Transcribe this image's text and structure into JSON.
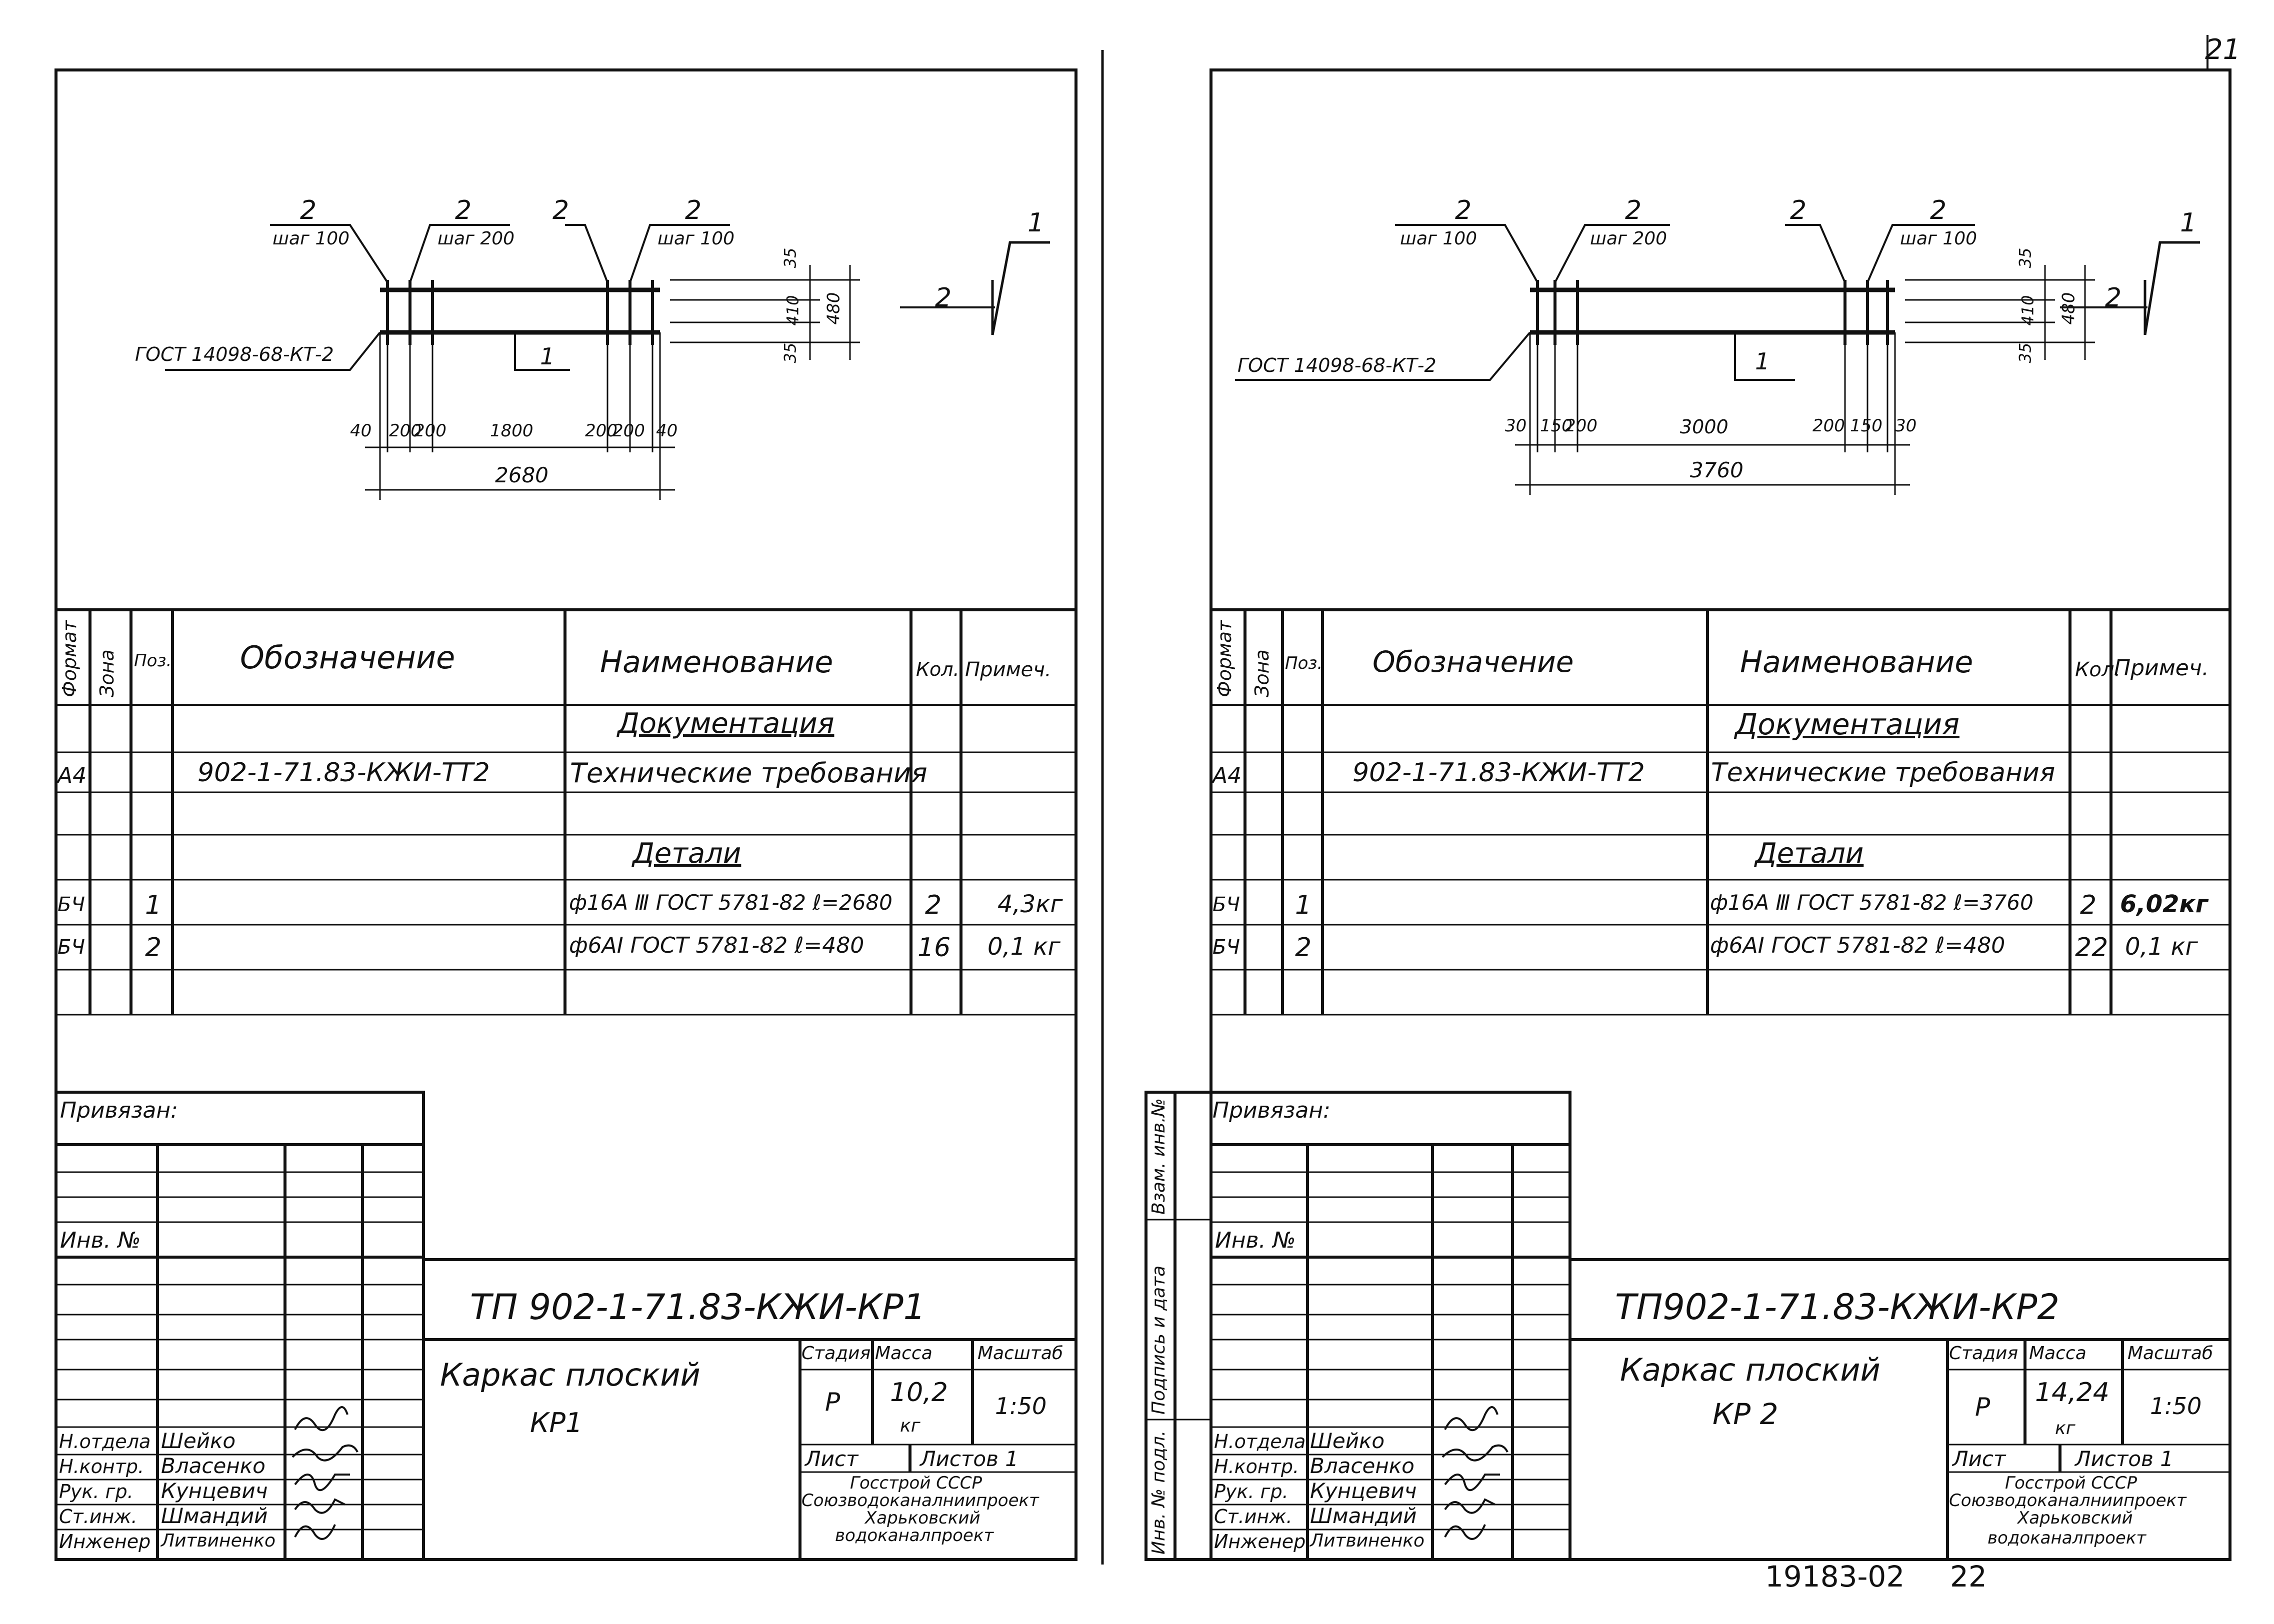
{
  "page_number": "21",
  "archive_number": "19183-02",
  "archive_sheet": "22",
  "sheets": [
    {
      "id": "kr1",
      "drawing": {
        "callouts": [
          {
            "pos": "2",
            "step": "шаг 100"
          },
          {
            "pos": "2",
            "step": "шаг 200"
          },
          {
            "pos": "2",
            "step": ""
          },
          {
            "pos": "2",
            "step": "шаг 100"
          }
        ],
        "gost_label": "ГОСТ 14098-68-КТ-2",
        "rod_label": "1",
        "dims_bottom": [
          "40",
          "200",
          "200",
          "1800",
          "200",
          "200",
          "40"
        ],
        "dim_total": "2680",
        "dims_right": [
          "35",
          "410",
          "35",
          "480"
        ],
        "detail_labels": [
          "1",
          "2"
        ]
      },
      "spec": {
        "headers": {
          "format": "Формат",
          "zone": "Зона",
          "pos": "Поз.",
          "designation": "Обозначение",
          "name": "Наименование",
          "qty": "Кол.",
          "note": "Примеч."
        },
        "rows": [
          {
            "format": "",
            "pos": "",
            "designation": "",
            "name": "Документация",
            "qty": "",
            "note": ""
          },
          {
            "format": "А4",
            "pos": "",
            "designation": "902-1-71.83-КЖИ-ТТ2",
            "name": "Технические требования",
            "qty": "",
            "note": ""
          },
          {
            "format": "",
            "pos": "",
            "designation": "",
            "name": "",
            "qty": "",
            "note": ""
          },
          {
            "format": "",
            "pos": "",
            "designation": "",
            "name": "Детали",
            "qty": "",
            "note": ""
          },
          {
            "format": "БЧ",
            "pos": "1",
            "designation": "",
            "name": "ф16А Ⅲ ГОСТ 5781-82 ℓ=2680",
            "qty": "2",
            "note": "4,3кг"
          },
          {
            "format": "БЧ",
            "pos": "2",
            "designation": "",
            "name": "ф6АI ГОСТ 5781-82 ℓ=480",
            "qty": "16",
            "note": "0,1 кг"
          },
          {
            "format": "",
            "pos": "",
            "designation": "",
            "name": "",
            "qty": "",
            "note": ""
          }
        ]
      },
      "stamp": {
        "linked_label": "Привязан:",
        "inv_label": "Инв. №",
        "code": "ТП 902-1-71.83-КЖИ-КР1",
        "title_line1": "Каркас плоский",
        "title_line2": "КР1",
        "stage_label": "Стадия",
        "mass_label": "Масса",
        "scale_label": "Масштаб",
        "stage": "Р",
        "mass": "10,2",
        "mass_unit": "кг",
        "scale": "1:50",
        "sheet_label": "Лист",
        "sheets_label": "Листов 1",
        "org_lines": [
          "Госстрой СССР",
          "Союзводоканалниипроект",
          "Харьковский",
          "водоканалпроект"
        ],
        "roles": [
          {
            "role": "Н.отдела",
            "name": "Шейко"
          },
          {
            "role": "Н.контр.",
            "name": "Власенко"
          },
          {
            "role": "Рук. гр.",
            "name": "Кунцевич"
          },
          {
            "role": "Ст.инж.",
            "name": "Шмандий"
          },
          {
            "role": "Инженер",
            "name": "Литвиненко"
          }
        ]
      }
    },
    {
      "id": "kr2",
      "drawing": {
        "callouts": [
          {
            "pos": "2",
            "step": "шаг 100"
          },
          {
            "pos": "2",
            "step": "шаг 200"
          },
          {
            "pos": "2",
            "step": ""
          },
          {
            "pos": "2",
            "step": "шаг 100"
          }
        ],
        "gost_label": "ГОСТ 14098-68-КТ-2",
        "rod_label": "1",
        "dims_bottom": [
          "30",
          "150",
          "200",
          "3000",
          "200",
          "150",
          "30"
        ],
        "dim_total": "3760",
        "dims_right": [
          "35",
          "410",
          "35",
          "480"
        ],
        "detail_labels": [
          "1",
          "2"
        ]
      },
      "spec": {
        "headers": {
          "format": "Формат",
          "zone": "Зона",
          "pos": "Поз.",
          "designation": "Обозначение",
          "name": "Наименование",
          "qty": "Кол.",
          "note": "Примеч."
        },
        "rows": [
          {
            "format": "",
            "pos": "",
            "designation": "",
            "name": "Документация",
            "qty": "",
            "note": ""
          },
          {
            "format": "А4",
            "pos": "",
            "designation": "902-1-71.83-КЖИ-ТТ2",
            "name": "Технические требования",
            "qty": "",
            "note": ""
          },
          {
            "format": "",
            "pos": "",
            "designation": "",
            "name": "",
            "qty": "",
            "note": ""
          },
          {
            "format": "",
            "pos": "",
            "designation": "",
            "name": "Детали",
            "qty": "",
            "note": ""
          },
          {
            "format": "БЧ",
            "pos": "1",
            "designation": "",
            "name": "ф16А Ⅲ ГОСТ 5781-82 ℓ=3760",
            "qty": "2",
            "note": "6,02кг"
          },
          {
            "format": "БЧ",
            "pos": "2",
            "designation": "",
            "name": "ф6АI ГОСТ 5781-82 ℓ=480",
            "qty": "22",
            "note": "0,1 кг"
          },
          {
            "format": "",
            "pos": "",
            "designation": "",
            "name": "",
            "qty": "",
            "note": ""
          }
        ]
      },
      "stamp": {
        "linked_label": "Привязан:",
        "inv_label": "Инв. №",
        "code": "ТП902-1-71.83-КЖИ-КР2",
        "title_line1": "Каркас плоский",
        "title_line2": "КР 2",
        "stage_label": "Стадия",
        "mass_label": "Масса",
        "scale_label": "Масштаб",
        "stage": "Р",
        "mass": "14,24",
        "mass_unit": "кг",
        "scale": "1:50",
        "sheet_label": "Лист",
        "sheets_label": "Листов 1",
        "org_lines": [
          "Госстрой СССР",
          "Союзводоканалниипроект",
          "Харьковский",
          "водоканалпроект"
        ],
        "roles": [
          {
            "role": "Н.отдела",
            "name": "Шейко"
          },
          {
            "role": "Н.контр.",
            "name": "Власенко"
          },
          {
            "role": "Рук. гр.",
            "name": "Кунцевич"
          },
          {
            "role": "Ст.инж.",
            "name": "Шмандий"
          },
          {
            "role": "Инженер",
            "name": "Литвиненко"
          }
        ],
        "side_labels": [
          "Взам. инв.№",
          "Подпись и дата",
          "Инв. № подл."
        ]
      }
    }
  ]
}
